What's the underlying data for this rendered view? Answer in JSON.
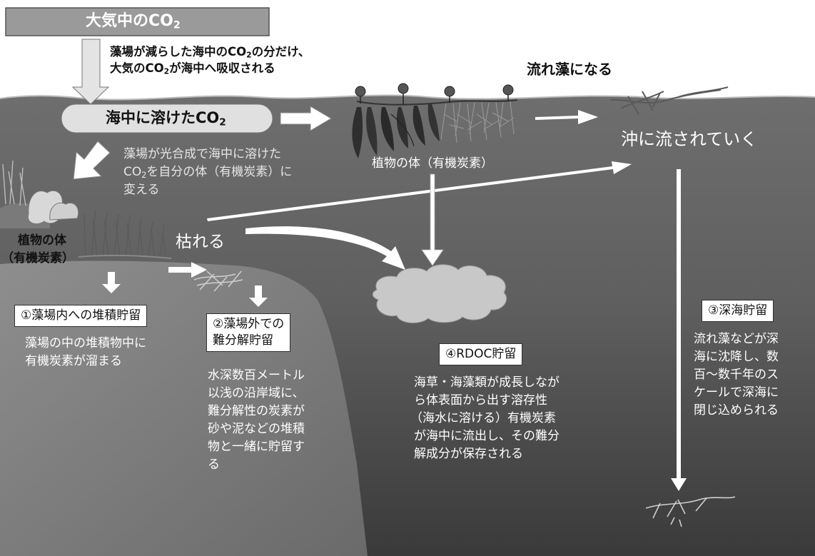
{
  "atmosphere_label": {
    "main": "大気中のCO",
    "sub": "2"
  },
  "absorption_note": {
    "line1": {
      "a": "藻場が減らした海中のCO",
      "sub": "2",
      "b": "の分だけ、"
    },
    "line2": {
      "a": "大気のCO",
      "sub": "2",
      "b": "が海中へ吸収される"
    }
  },
  "dissolved_co2_label": {
    "main": "海中に溶けたCO",
    "sub": "2"
  },
  "photosynthesis_note": {
    "line1": "藻場が光合成で海中に溶けた",
    "line2": {
      "a": "CO",
      "sub": "2",
      "b": "を自分の体（有機炭素）に"
    },
    "line3": "変える"
  },
  "drift_algae_label": "流れ藻になる",
  "offshore_label": "沖に流されていく",
  "plant_body_center": "植物の体（有機炭素）",
  "plant_body_left": {
    "line1": "植物の体",
    "line2": "（有機炭素）"
  },
  "wither_label": "枯れる",
  "storage": [
    {
      "title": "①藻場内への堆積貯留",
      "body": [
        "藻場の中の堆積物中に",
        "有機炭素が溜まる"
      ]
    },
    {
      "title_lines": [
        "②藻場外での",
        "難分解貯留"
      ],
      "body": [
        "水深数百メートル",
        "以浅の沿岸域に、",
        "難分解性の炭素が",
        "砂や泥などの堆積",
        "物と一緒に貯留す",
        "る"
      ]
    },
    {
      "title": "④RDOC貯留",
      "body": [
        "海草・海藻類が成長しなが",
        "ら体表面から出す溶存性",
        "（海水に溶ける）有機炭素",
        "が海中に流出し、その難分",
        "解成分が保存される"
      ]
    },
    {
      "title": "③深海貯留",
      "body": [
        "流れ藻などが深",
        "海に沈降し、数",
        "百～数千年のス",
        "ケールで深海に",
        "閉じ込められる"
      ]
    }
  ]
}
